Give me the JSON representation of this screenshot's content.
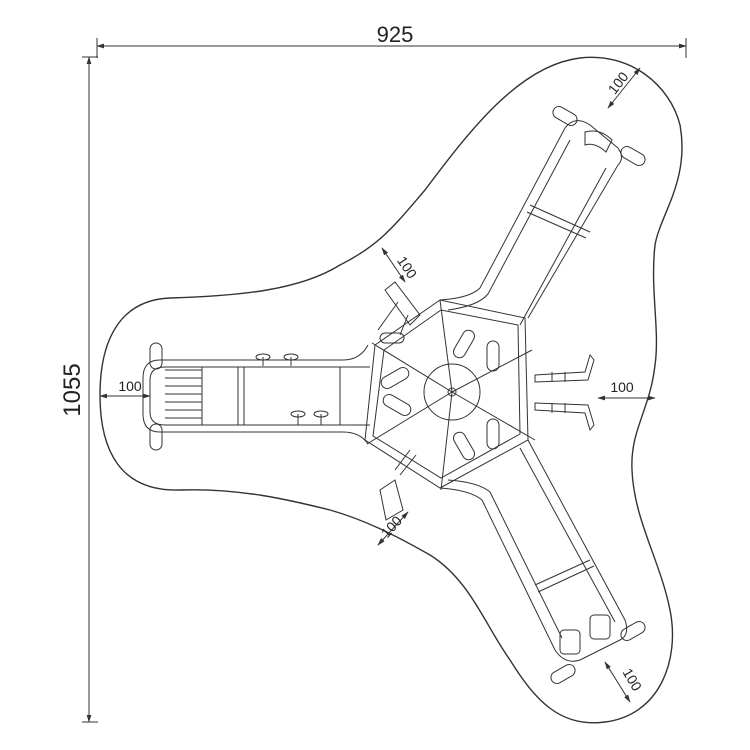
{
  "dimensions": {
    "width_total": "925",
    "height_total": "1055",
    "clearance_left": "100",
    "clearance_right": "100",
    "clearance_top_right": "100",
    "clearance_upper_inner": "100",
    "clearance_lower_inner": "100",
    "clearance_bottom_right": "100"
  },
  "colors": {
    "line": "#333333",
    "background": "#ffffff"
  }
}
